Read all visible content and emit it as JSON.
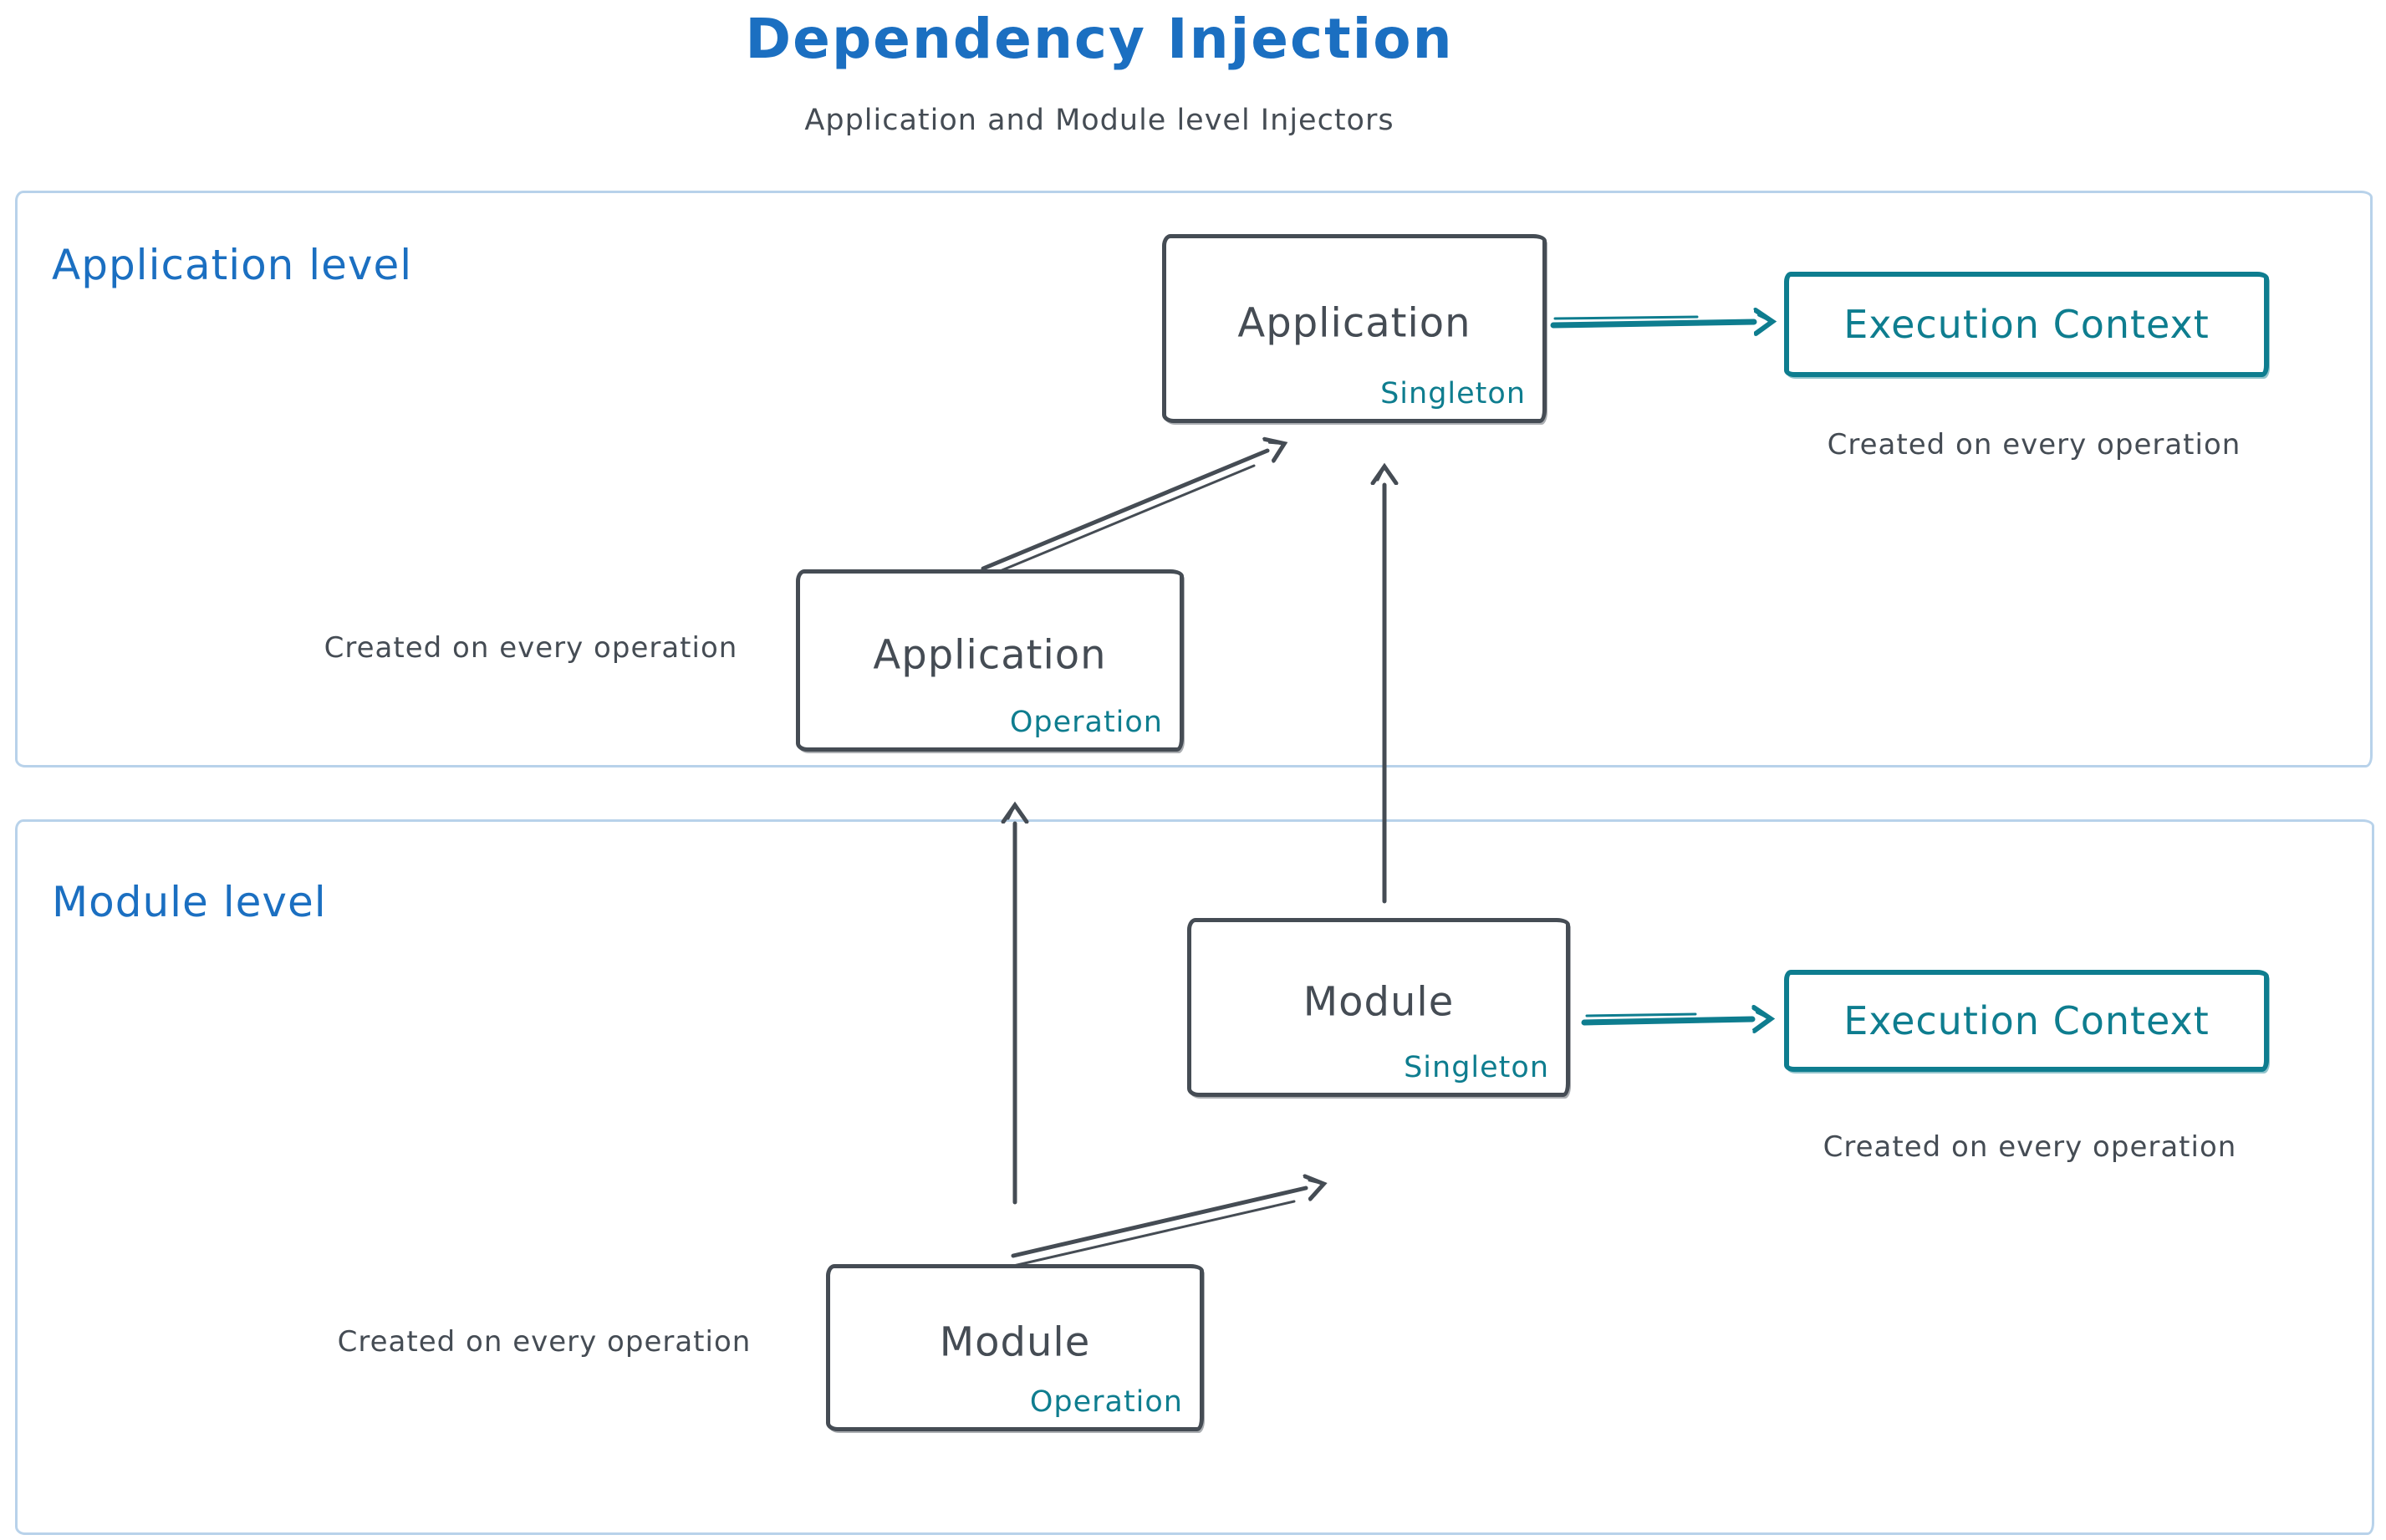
{
  "title": "Dependency Injection",
  "subtitle": "Application and Module level Injectors",
  "colors": {
    "blue": "#1b6fc1",
    "teal": "#0e7d8f",
    "dark": "#454c54",
    "light": "#b8d2ea"
  },
  "application_level": {
    "label": "Application level",
    "singleton_box": {
      "name": "Application",
      "scope": "Singleton"
    },
    "execution_box": {
      "label": "Execution Context"
    },
    "execution_caption": "Created on every operation",
    "operation_box": {
      "name": "Application",
      "scope": "Operation"
    },
    "operation_caption": "Created on every operation"
  },
  "module_level": {
    "label": "Module level",
    "singleton_box": {
      "name": "Module",
      "scope": "Singleton"
    },
    "execution_box": {
      "label": "Execution Context"
    },
    "execution_caption": "Created on every operation",
    "operation_box": {
      "name": "Module",
      "scope": "Operation"
    },
    "operation_caption": "Created on every operation"
  }
}
